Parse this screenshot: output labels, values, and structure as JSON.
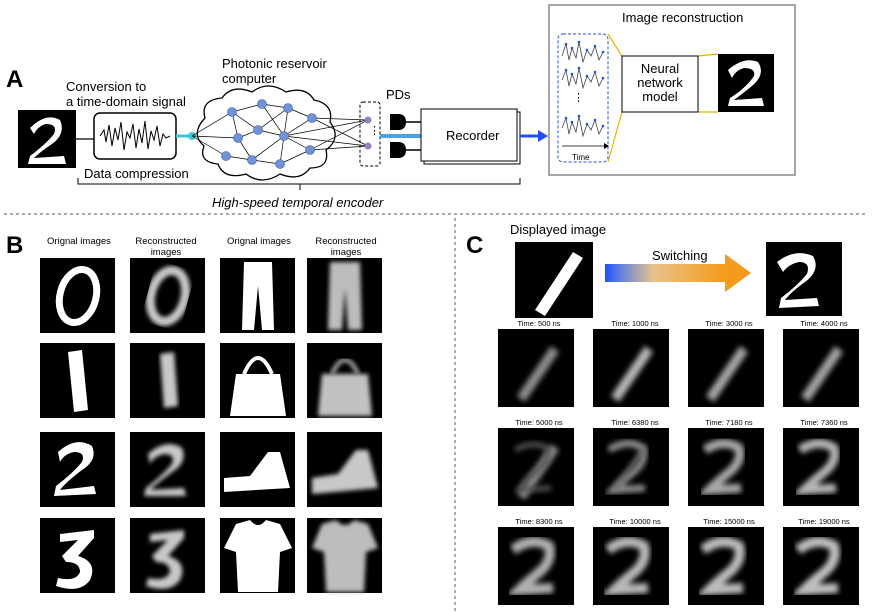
{
  "panels": {
    "a": "A",
    "b": "B",
    "c": "C"
  },
  "panel_a": {
    "conversion": [
      "Conversion to",
      "a time-domain signal"
    ],
    "reservoir": [
      "Photonic reservoir",
      "computer"
    ],
    "pds": "PDs",
    "recorder": "Recorder",
    "compression": "Data compression",
    "encoder": "High-speed temporal encoder",
    "reconstruction": "Image reconstruction",
    "neural": [
      "Neural",
      "network",
      "model"
    ],
    "time": "Time",
    "dots": "⋮"
  },
  "panel_b": {
    "headers": [
      "Orignal images",
      "Reconstructed images",
      "Orignal images",
      "Reconstructed images"
    ]
  },
  "panel_c": {
    "displayed": "Displayed image",
    "switching": "Switching",
    "times": [
      "Time: 500 ns",
      "Time: 1000 ns",
      "Time: 3000 ns",
      "Time: 4000 ns",
      "Time: 5000 ns",
      "Time: 6380 ns",
      "Time: 7180 ns",
      "Time: 7360 ns",
      "Time: 8300 ns",
      "Time: 10000 ns",
      "Time: 15000 ns",
      "Time: 19000 ns"
    ]
  },
  "colors": {
    "accent_blue": "#1f4fff",
    "orange": "#f5a623",
    "node": "#6f93d8",
    "cyan": "#37c9d9",
    "purple": "#9b7cc4",
    "gold": "#e8b400"
  }
}
